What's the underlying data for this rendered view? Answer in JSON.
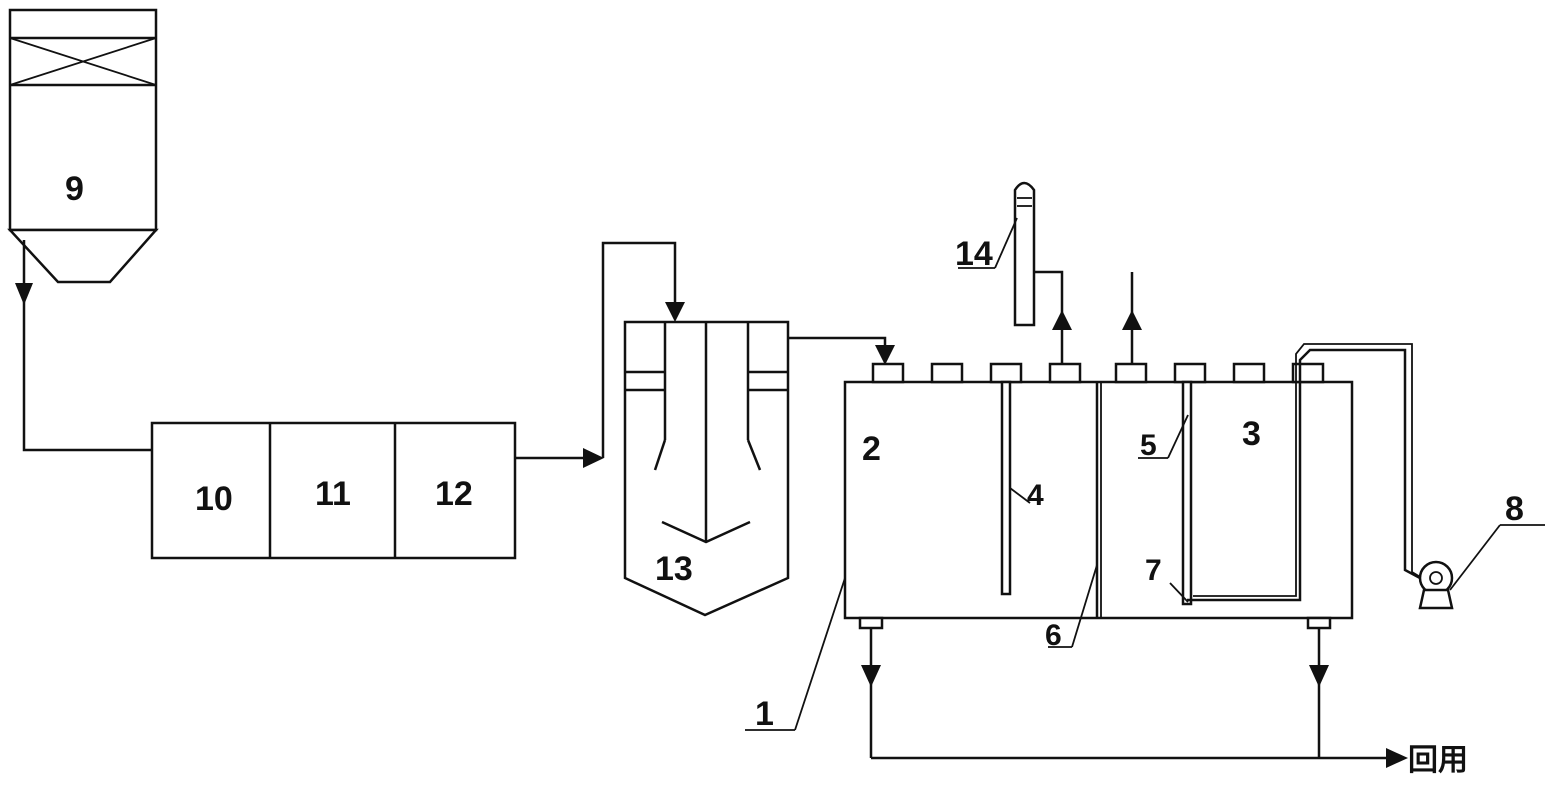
{
  "labels": {
    "silo": "9",
    "unit_a": "10",
    "unit_b": "11",
    "unit_c": "12",
    "settler": "13",
    "tank_main": "1",
    "chamber_left": "2",
    "chamber_right": "3",
    "baffle": "4",
    "inner_pipe": "5",
    "partition": "6",
    "bottom_pipe": "7",
    "pump": "8",
    "column": "14"
  },
  "outlet_label": "回用"
}
